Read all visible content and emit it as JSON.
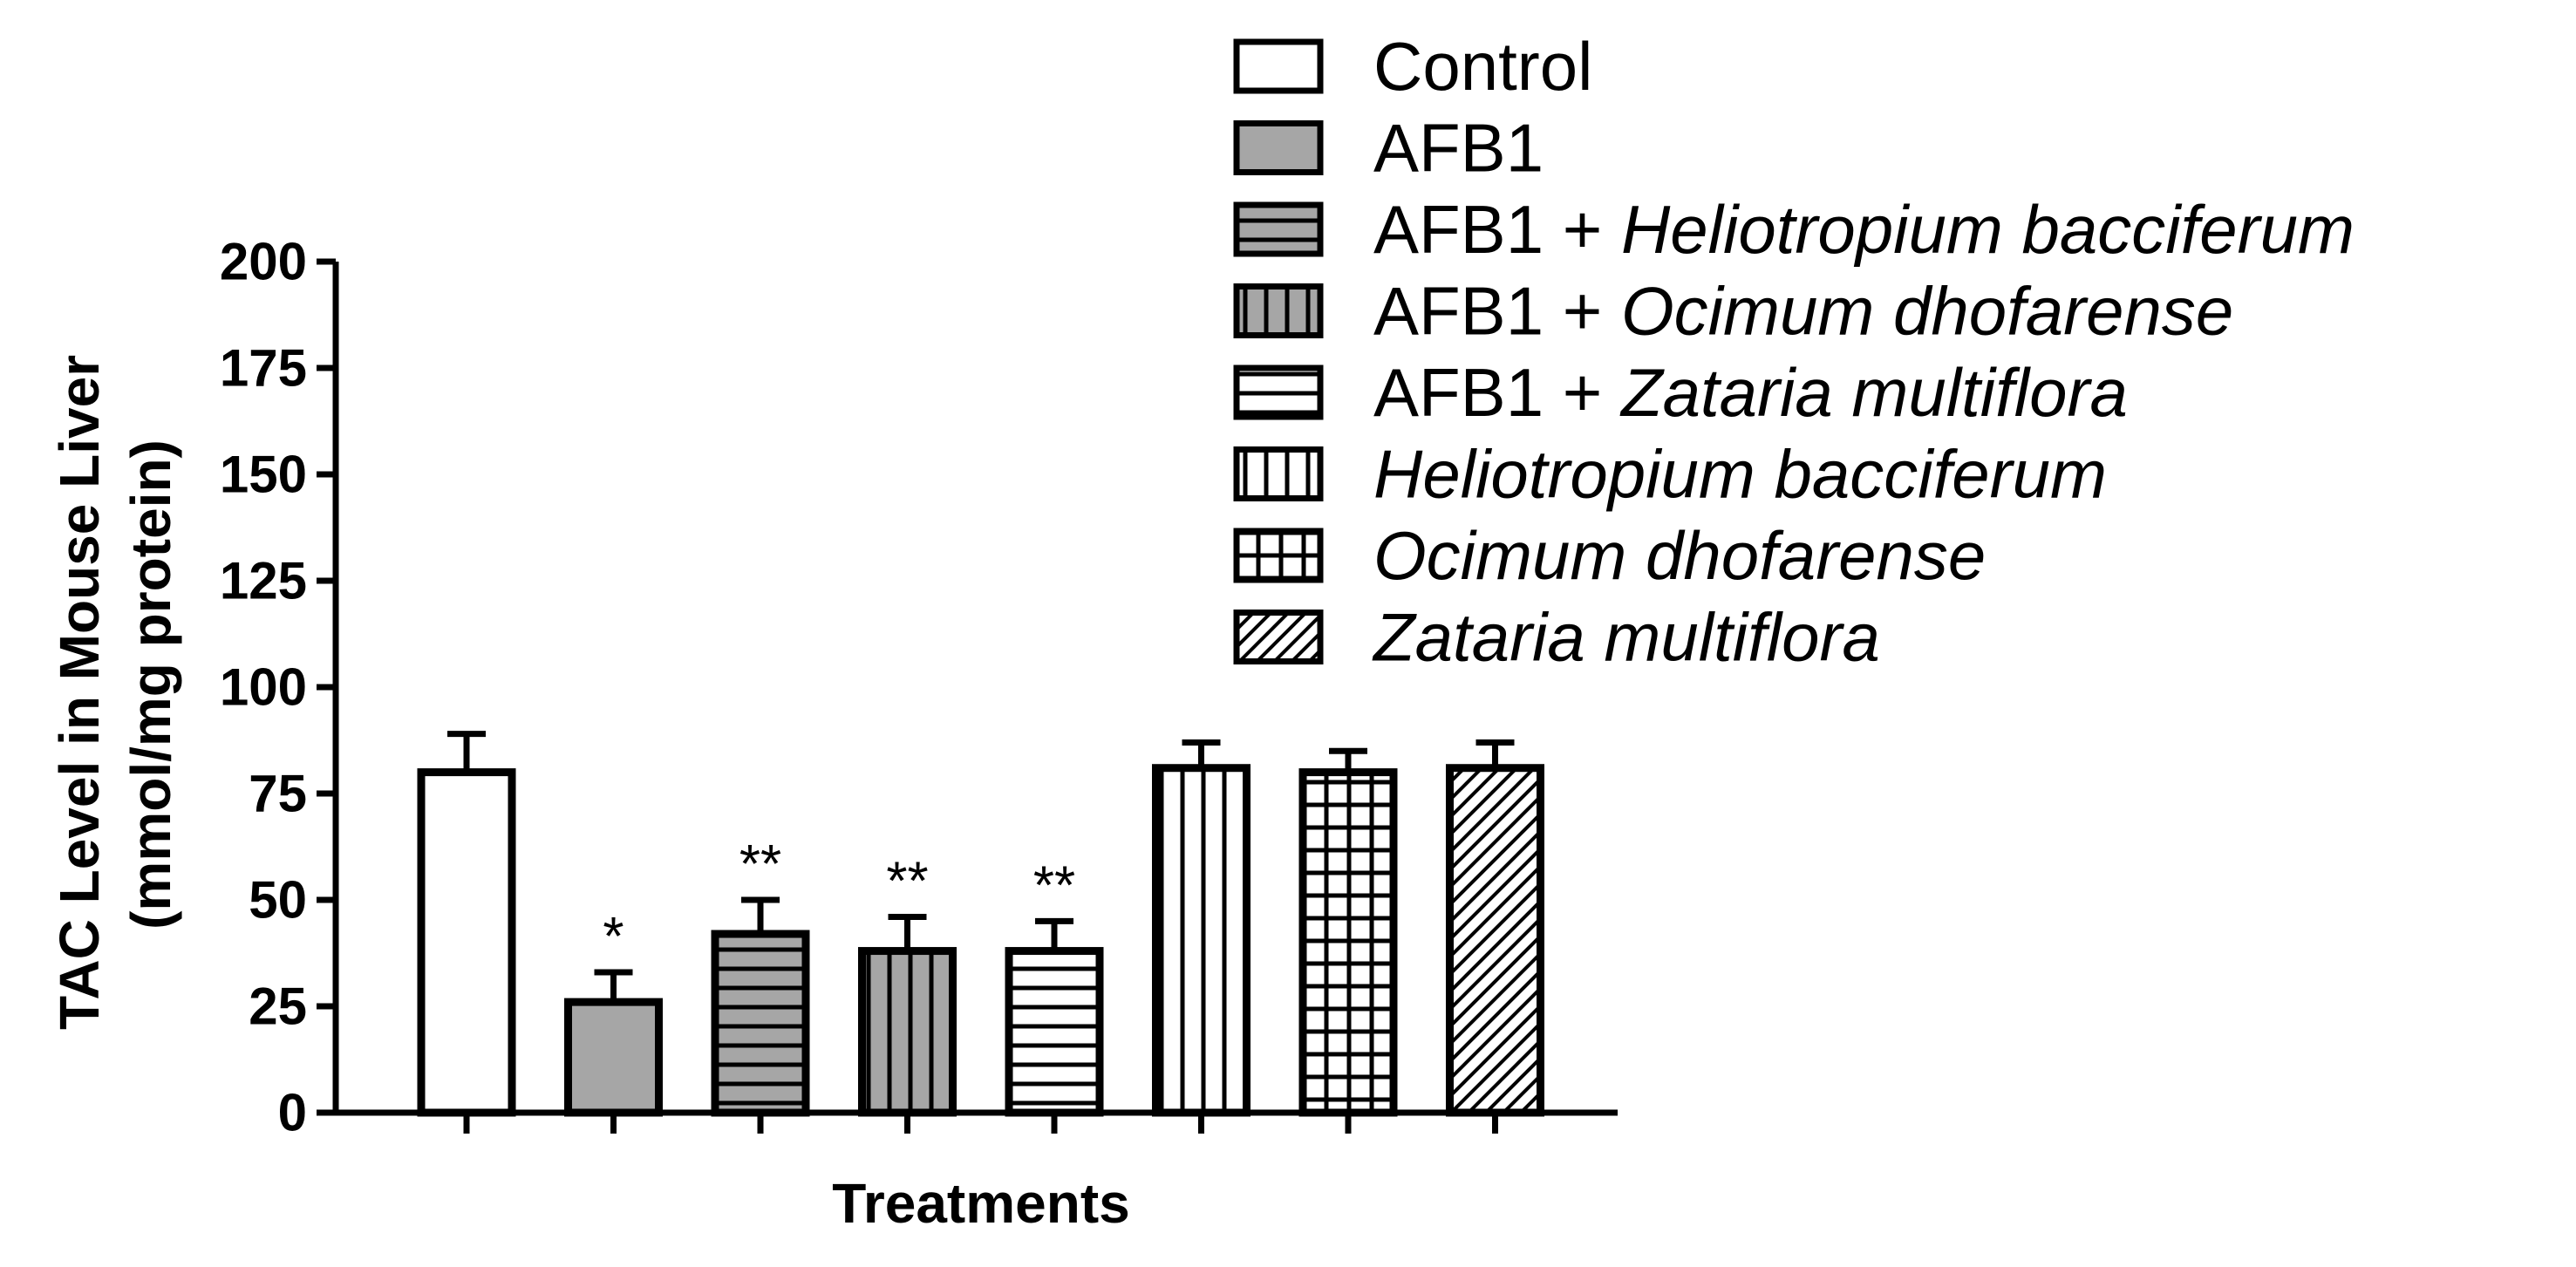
{
  "chart_data": {
    "type": "bar",
    "title": "",
    "xlabel": "Treatments",
    "ylabel_lines": [
      "TAC Level in Mouse Liver",
      "(mmol/mg protein)"
    ],
    "ylim": [
      0,
      200
    ],
    "yticks": [
      0,
      25,
      50,
      75,
      100,
      125,
      150,
      175,
      200
    ],
    "grid": false,
    "legend_position": "top-right",
    "series": [
      {
        "name": "Control",
        "name_plain": "Control",
        "name_italic": "",
        "value": 80,
        "error": 9,
        "significance": "",
        "pattern": "none",
        "fill": "#ffffff"
      },
      {
        "name": "AFB1",
        "name_plain": "AFB1",
        "name_italic": "",
        "value": 26,
        "error": 7,
        "significance": "*",
        "pattern": "none",
        "fill": "#a6a6a6"
      },
      {
        "name": "AFB1 + Heliotropium bacciferum",
        "name_plain": "AFB1 + ",
        "name_italic": "Heliotropium bacciferum",
        "value": 42,
        "error": 8,
        "significance": "**",
        "pattern": "hlines",
        "fill": "#a6a6a6"
      },
      {
        "name": "AFB1 + Ocimum dhofarense",
        "name_plain": "AFB1 + ",
        "name_italic": "Ocimum dhofarense",
        "value": 38,
        "error": 8,
        "significance": "**",
        "pattern": "vlines",
        "fill": "#a6a6a6"
      },
      {
        "name": "AFB1 + Zataria multiflora",
        "name_plain": "AFB1 + ",
        "name_italic": "Zataria multiflora",
        "value": 38,
        "error": 7,
        "significance": "**",
        "pattern": "hlines",
        "fill": "#ffffff"
      },
      {
        "name": "Heliotropium bacciferum",
        "name_plain": "",
        "name_italic": "Heliotropium bacciferum",
        "value": 81,
        "error": 6,
        "significance": "",
        "pattern": "vlines",
        "fill": "#ffffff"
      },
      {
        "name": "Ocimum dhofarense",
        "name_plain": "",
        "name_italic": "Ocimum dhofarense",
        "value": 80,
        "error": 5,
        "significance": "",
        "pattern": "grid",
        "fill": "#ffffff"
      },
      {
        "name": "Zataria multiflora",
        "name_plain": "",
        "name_italic": "Zataria multiflora",
        "value": 81,
        "error": 6,
        "significance": "",
        "pattern": "diag",
        "fill": "#ffffff"
      }
    ]
  }
}
